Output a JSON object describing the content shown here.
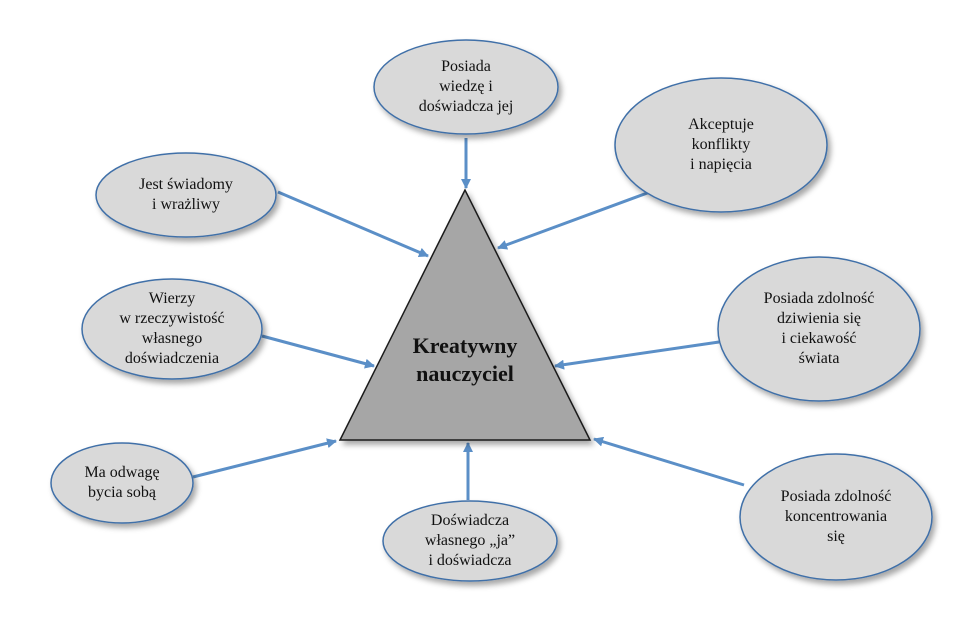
{
  "diagram": {
    "center": {
      "label": "Kreatywny\nnauczyciel",
      "fill": "#a6a6a6",
      "stroke": "#1a1a1a"
    },
    "colors": {
      "arrow": "#5b8fc7",
      "bubble_fill": "#d9d9d9",
      "bubble_stroke": "#3f6fa8"
    },
    "nodes": [
      {
        "id": "posiada-wiedze",
        "label": "Posiada\nwiedzę i\ndoświadcza jej"
      },
      {
        "id": "akceptuje-konflikty",
        "label": "Akceptuje\nkonflikty\ni napięcia"
      },
      {
        "id": "jest-swiadomy",
        "label": "Jest  świadomy\ni wrażliwy"
      },
      {
        "id": "wierzy",
        "label": "Wierzy\nw rzeczywistość\nwłasnego\ndoświadczenia"
      },
      {
        "id": "zdolnosc-dziwienia",
        "label": "Posiada zdolność\ndziwienia się\ni ciekawość\nświata"
      },
      {
        "id": "odwaga",
        "label": "Ma odwagę\nbycia sobą"
      },
      {
        "id": "doswiadcza-ja",
        "label": "Doświadcza\nwłasnego „ja”\ni doświadcza"
      },
      {
        "id": "zdolnosc-koncentrowania",
        "label": "Posiada zdolność\nkoncentrowania\nsię"
      }
    ]
  }
}
